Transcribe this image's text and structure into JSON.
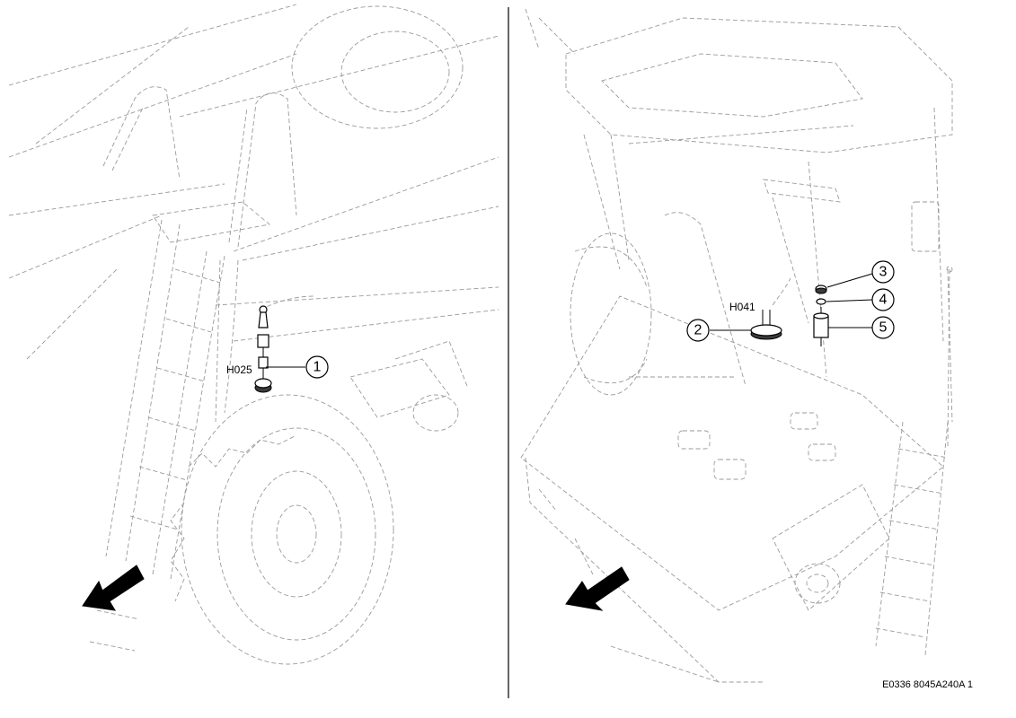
{
  "left_panel": {
    "component_code": "H025",
    "callouts": [
      "1"
    ]
  },
  "right_panel": {
    "component_code": "H041",
    "callouts": [
      "2",
      "3",
      "4",
      "5"
    ]
  },
  "drawing_reference": "E0336 8045A240A 1"
}
